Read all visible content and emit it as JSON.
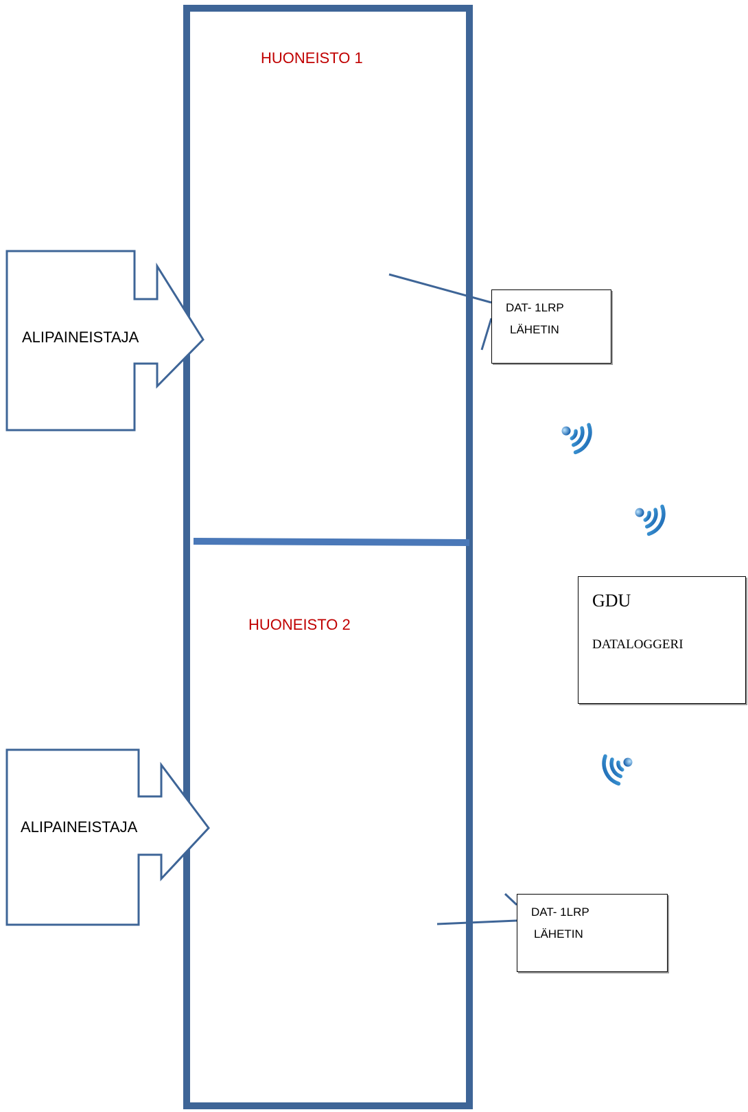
{
  "rooms": [
    {
      "label": "HUONEISTO 1"
    },
    {
      "label": "HUONEISTO 2"
    }
  ],
  "fans": [
    {
      "label": "ALIPAINEISTAJA"
    },
    {
      "label": "ALIPAINEISTAJA"
    }
  ],
  "transmitters": [
    {
      "line1": "DAT- 1LRP",
      "line2": "LÄHETIN"
    },
    {
      "line1": "DAT- 1LRP",
      "line2": "LÄHETIN"
    }
  ],
  "datalogger": {
    "title": "GDU",
    "subtitle": "DATALOGGERI"
  },
  "colors": {
    "structure": "#3e6597",
    "room_label": "#c00000",
    "wireless": "#2f8fd6"
  },
  "icons": [
    "wireless-signal-icon",
    "wireless-signal-icon",
    "wireless-signal-icon"
  ]
}
